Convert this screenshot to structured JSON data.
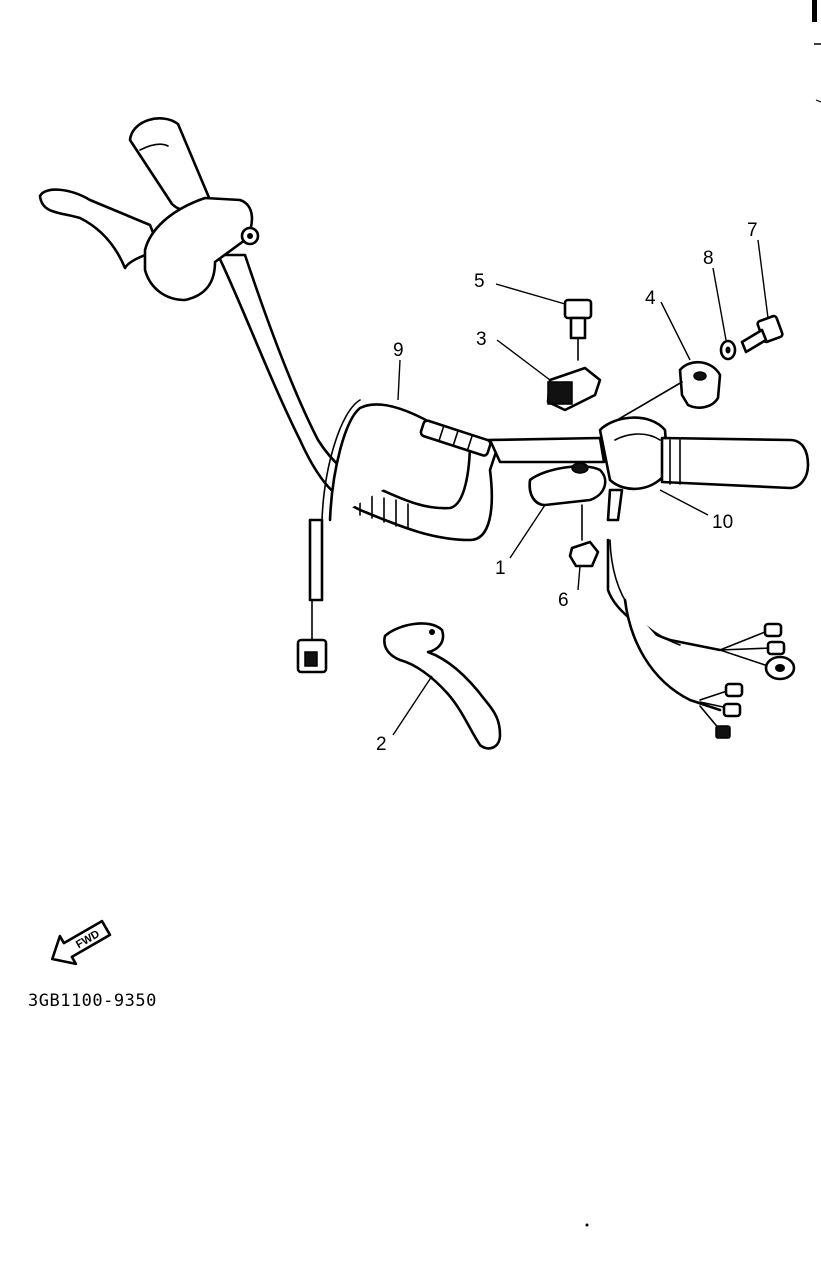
{
  "callouts": {
    "c1": "1",
    "c2": "2",
    "c3": "3",
    "c4": "4",
    "c5": "5",
    "c6": "6",
    "c7": "7",
    "c8": "8",
    "c9": "9",
    "c10": "10"
  },
  "fwd_label": "FWD",
  "diagram_code": "3GB1100-9350"
}
